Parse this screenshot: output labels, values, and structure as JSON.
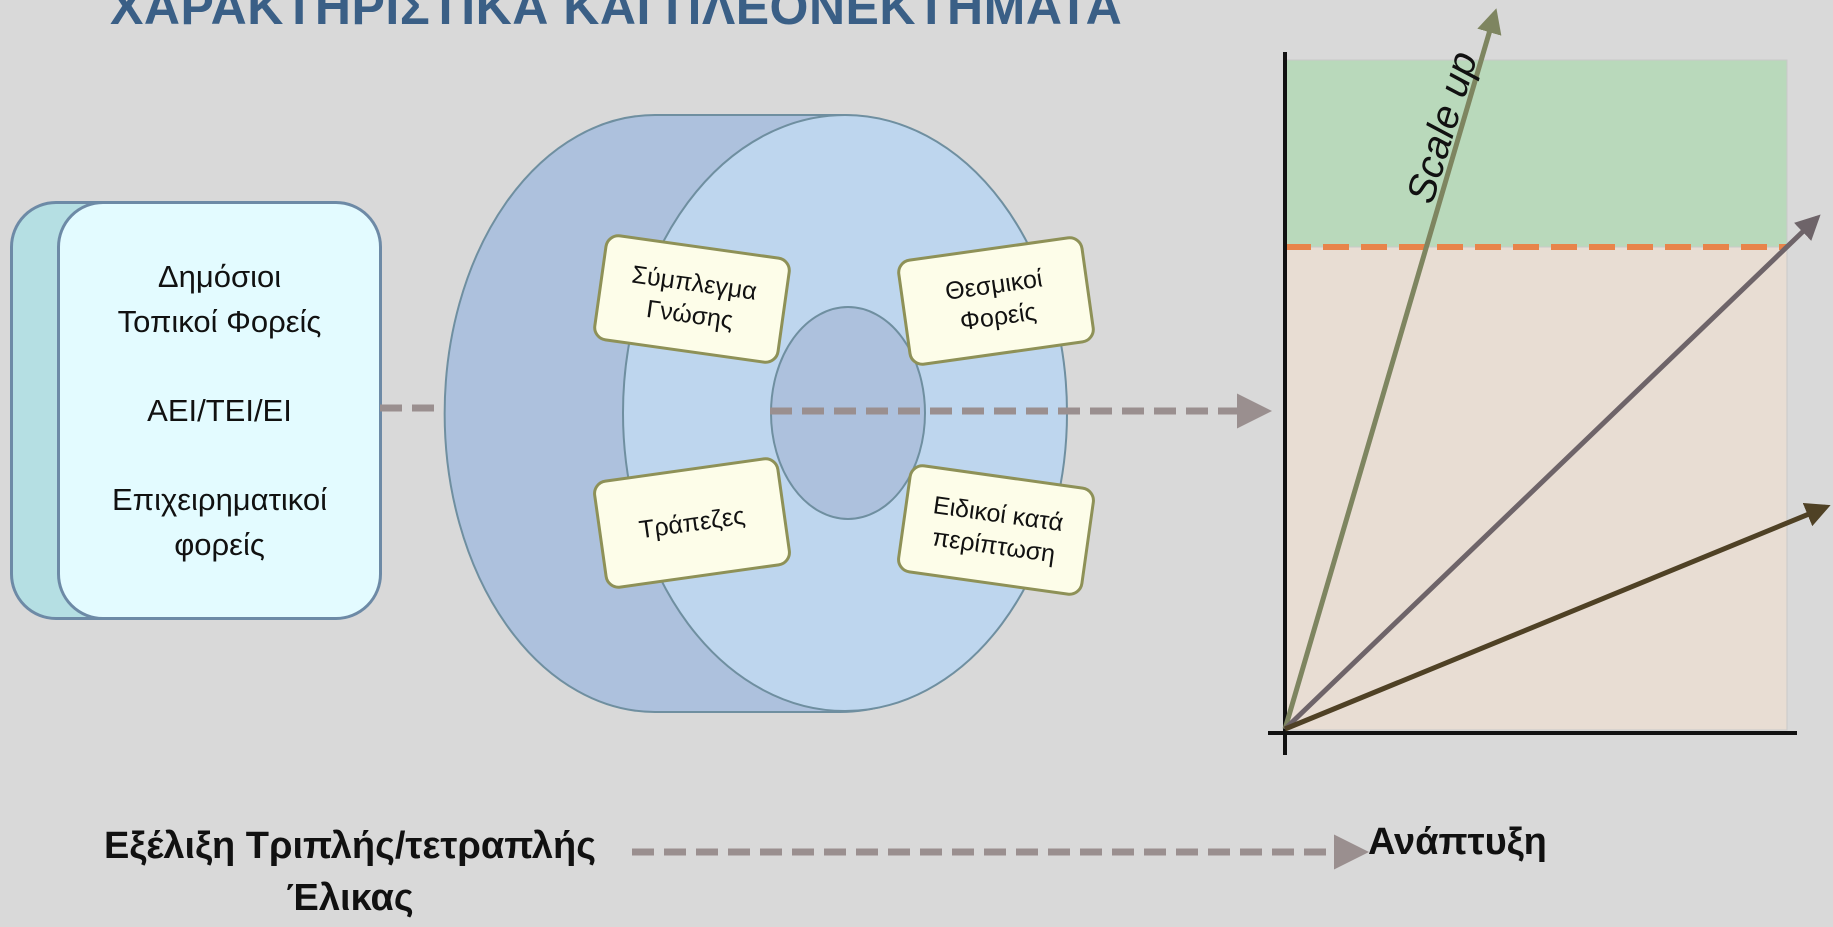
{
  "title": "ΧΑΡΑΚΤΗΡΙΣΤΙΚΑ ΚΑΙ ΠΛΕΟΝΕΚΤΗΜΑΤΑ",
  "stakeholders": {
    "line1": "Δημόσιοι",
    "line2": "Τοπικοί Φορείς",
    "line3": "ΑΕΙ/ΤΕΙ/ΕΙ",
    "line4": "Επιχειρηματικοί",
    "line5": "φορείς"
  },
  "ring_cards": {
    "knowledge": [
      "Σύμπλεγμα",
      "Γνώσης"
    ],
    "institutional": [
      "Θεσμικοί",
      "Φορείς"
    ],
    "banks": [
      "Τράπεζες"
    ],
    "special": [
      "Ειδικοί κατά",
      "περίπτωση"
    ]
  },
  "growth_chart": {
    "scale_label": "Scale up"
  },
  "bottom": {
    "left_line1": "Εξέλιξη Τριπλής/τετραπλής",
    "left_line2": "Έλικας",
    "right": "Ανάπτυξη"
  },
  "colors": {
    "title": "#3a5f86",
    "green_zone": "#b9d9bb",
    "beige_zone": "#e8ddd3",
    "threshold_line": "#e8844a",
    "dashed_arrow": "#9a8f8f"
  }
}
